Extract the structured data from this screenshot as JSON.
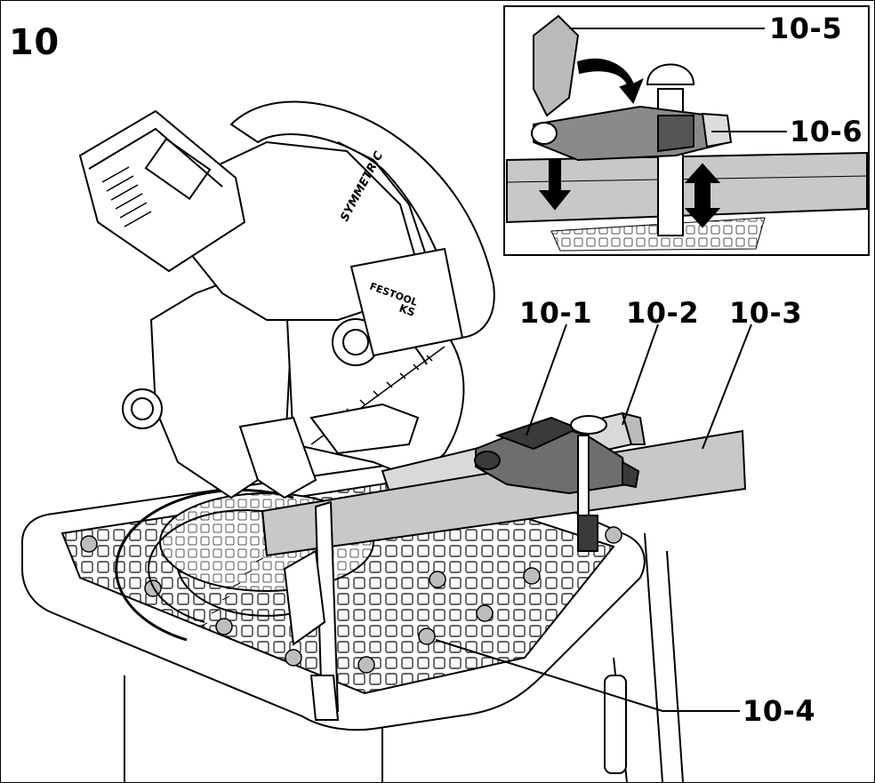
{
  "figure": {
    "number": "10"
  },
  "callouts": {
    "c1": "10-1",
    "c2": "10-2",
    "c3": "10-3",
    "c4": "10-4",
    "c5": "10-5",
    "c6": "10-6"
  },
  "saw_labels": {
    "handle_text": "SYMMETRIC",
    "brand_text": "FESTOOL",
    "model_text": "KS"
  },
  "colors": {
    "line": "#000000",
    "workpiece": "#c8c8c8",
    "fence": "#d9d9d9",
    "clamp": "#6e6e6e",
    "clamp_dark": "#3a3a3a",
    "grid": "#555555",
    "paper": "#ffffff"
  }
}
